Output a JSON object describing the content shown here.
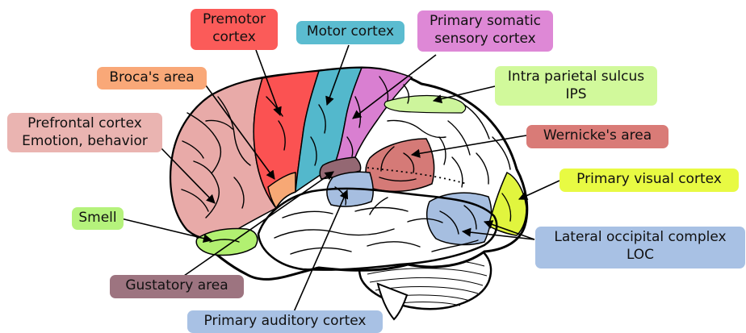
{
  "labels": {
    "premotor": {
      "line1": "Premotor",
      "line2": "cortex",
      "color": "#fb5b59"
    },
    "motor": {
      "text": "Motor cortex",
      "color": "#5bbcd0"
    },
    "somatic": {
      "line1": "Primary somatic",
      "line2": "sensory cortex",
      "color": "#de88d6"
    },
    "broca": {
      "text": "Broca's area",
      "color": "#f9a878"
    },
    "ips": {
      "line1": "Intra parietal sulcus",
      "line2": "IPS",
      "color": "#d1f99b"
    },
    "prefrontal": {
      "line1": "Prefrontal cortex",
      "line2": "Emotion, behavior",
      "color": "#eab4b1"
    },
    "wernicke": {
      "text": "Wernicke's area",
      "color": "#d97b77"
    },
    "visual": {
      "text": "Primary visual cortex",
      "color": "#e8fa43"
    },
    "smell": {
      "text": "Smell",
      "color": "#b5f27c"
    },
    "loc": {
      "line1": "Lateral occipital complex",
      "line2": "LOC",
      "color": "#a8c1e4"
    },
    "gustatory": {
      "text": "Gustatory area",
      "color": "#9d7480"
    },
    "auditory": {
      "text": "Primary auditory cortex",
      "color": "#a8c1e4"
    }
  },
  "regions": {
    "prefrontal": "#e8aaa8",
    "premotor": "#fb5252",
    "broca": "#f7a875",
    "motor": "#53b8cc",
    "somatic": "#d97fd1",
    "ips": "#cdf59c",
    "wernicke": "#d57a77",
    "gustatory": "#946873",
    "auditory": "#a6bee0",
    "loc": "#a6bee0",
    "visual": "#e1f53e",
    "smell": "#b2f071",
    "brain_base": "#ffffff",
    "outline": "#000000"
  }
}
